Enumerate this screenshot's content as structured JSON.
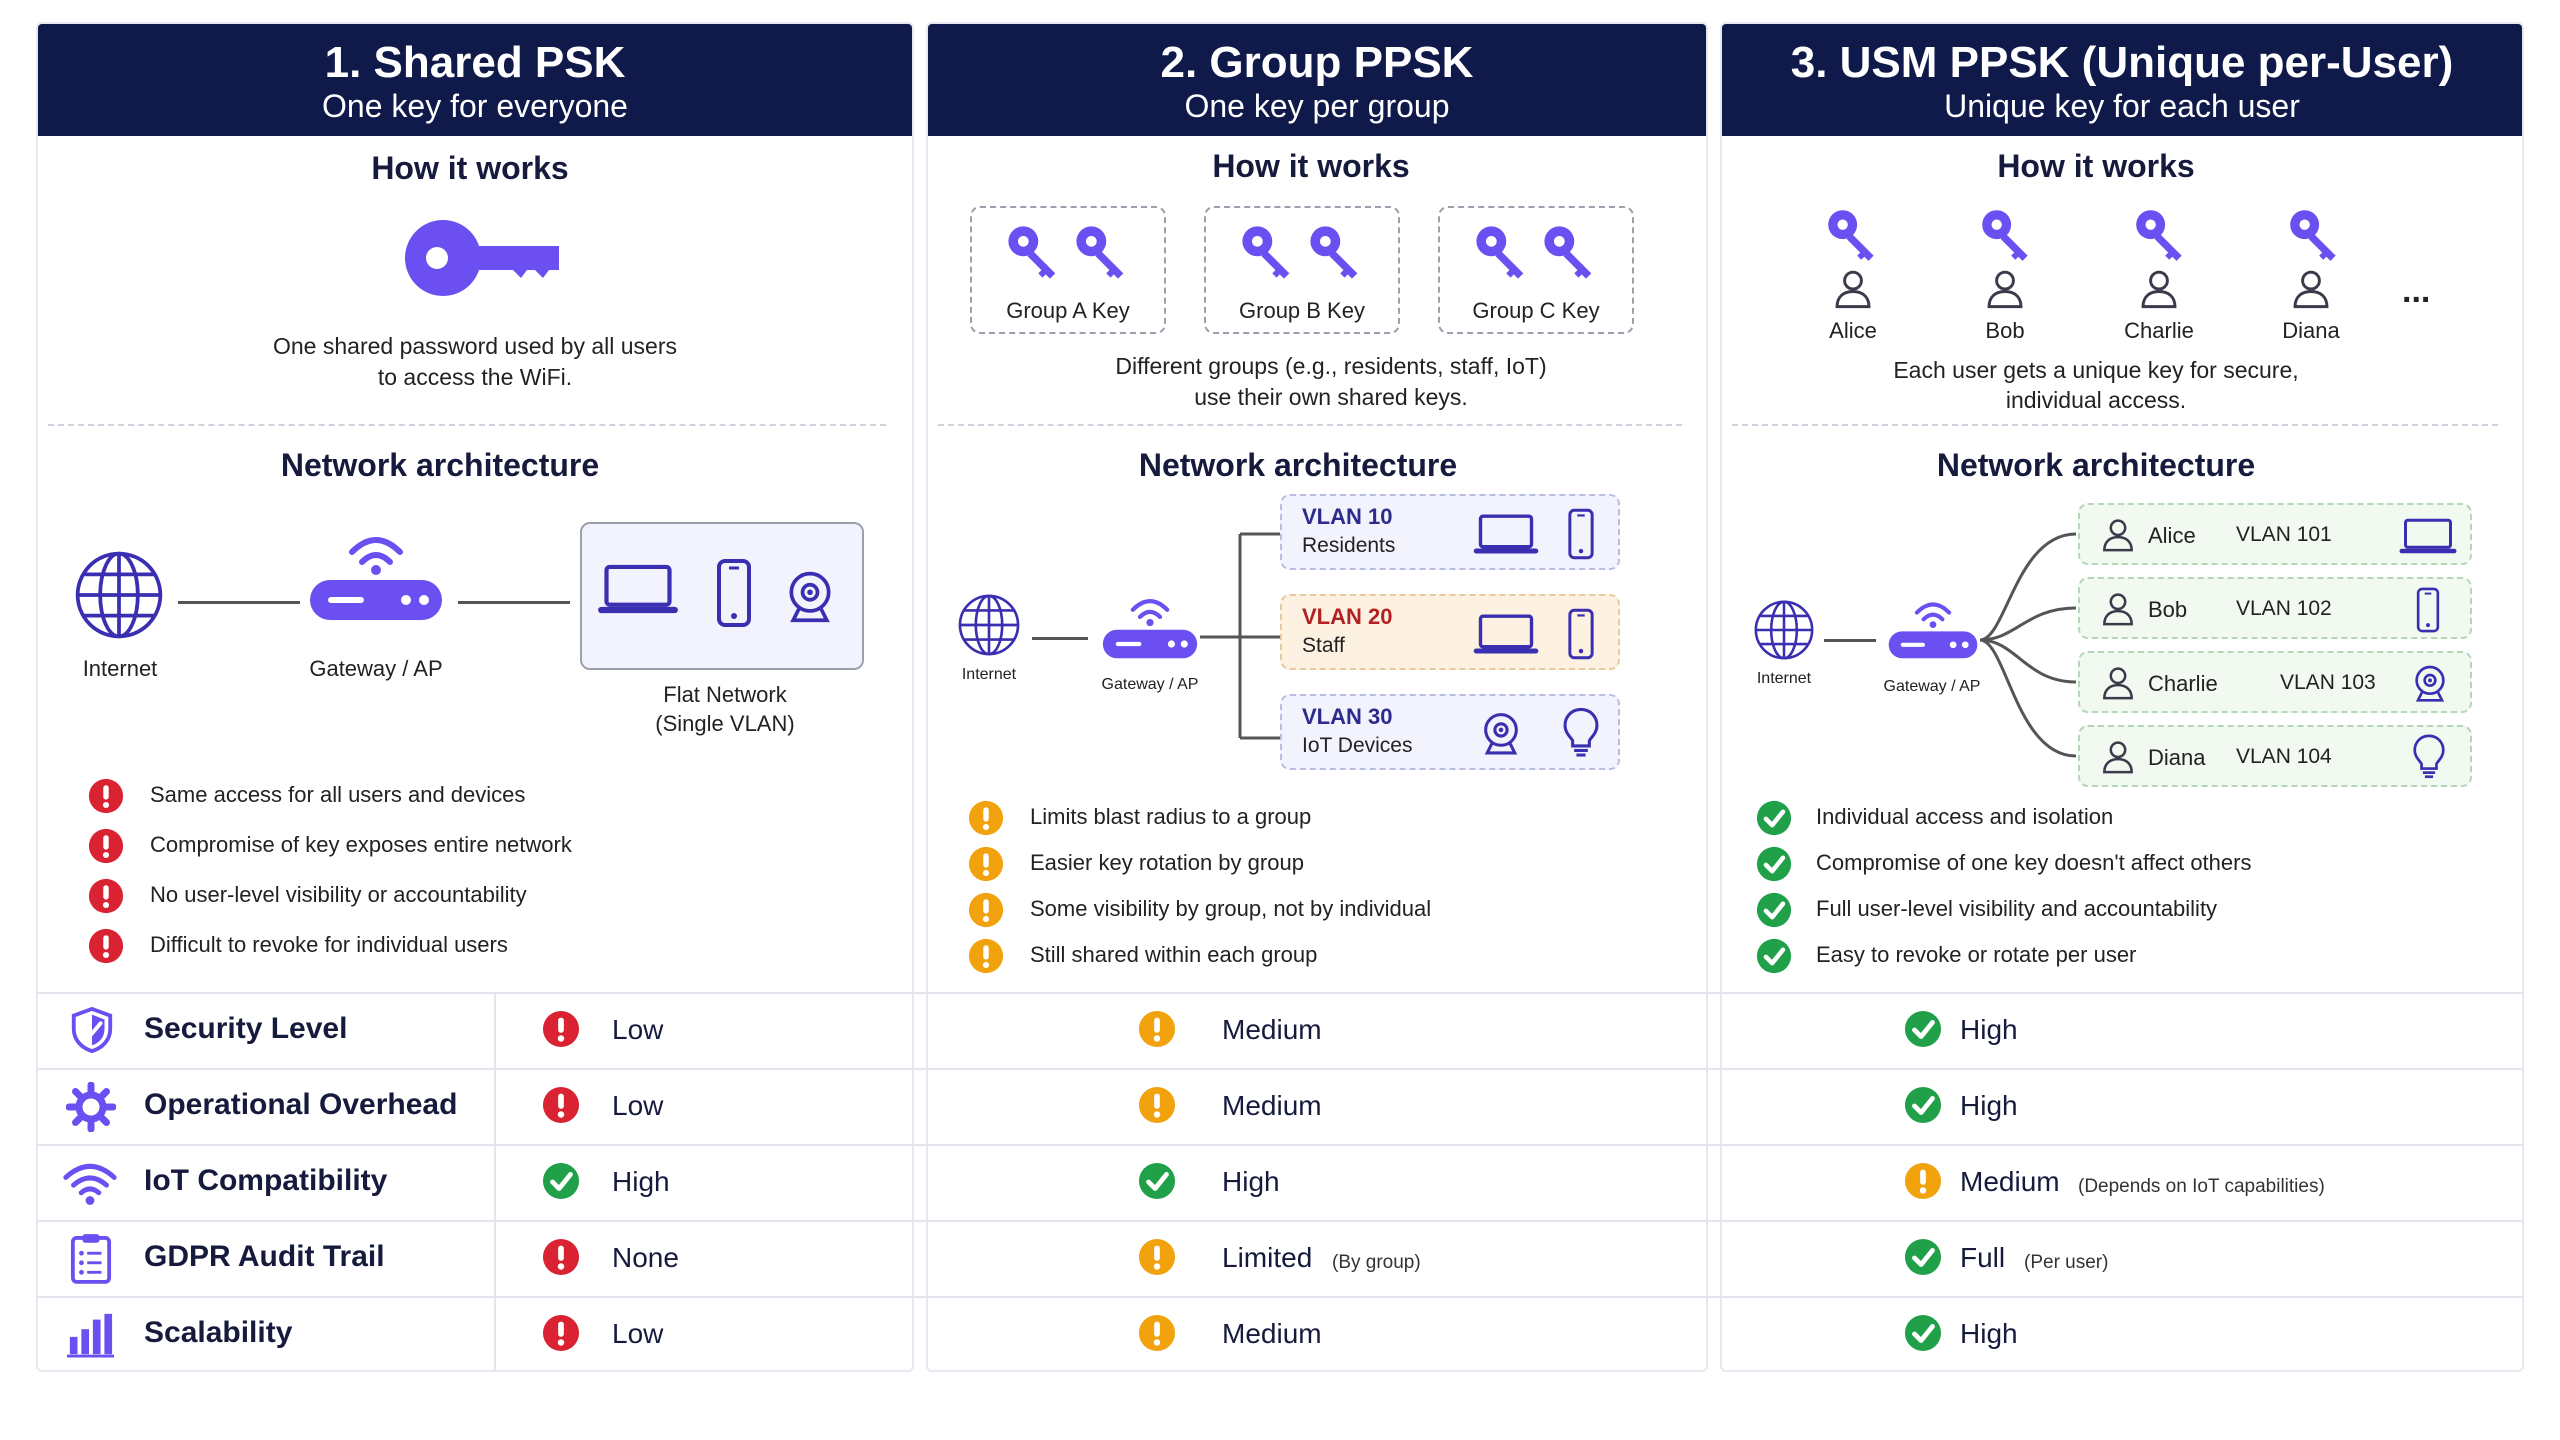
{
  "panels": [
    {
      "title": "1. Shared PSK",
      "subtitle": "One key for everyone"
    },
    {
      "title": "2. Group PPSK",
      "subtitle": "One key per group"
    },
    {
      "title": "3. USM PPSK (Unique per-User)",
      "subtitle": "Unique key for each user"
    }
  ],
  "section_how": "How it works",
  "section_arch": "Network architecture",
  "p1": {
    "how_line1": "One shared password used by all users",
    "how_line2": "to access the WiFi.",
    "internet": "Internet",
    "gateway": "Gateway / AP",
    "flat_line1": "Flat Network",
    "flat_line2": "(Single VLAN)",
    "bullets": [
      "Same access for all users and devices",
      "Compromise of key exposes entire network",
      "No user-level visibility or accountability",
      "Difficult to revoke for individual users"
    ]
  },
  "p2": {
    "keys": [
      "Group A Key",
      "Group B Key",
      "Group C Key"
    ],
    "how_line1": "Different groups (e.g., residents, staff, IoT)",
    "how_line2": "use their own shared keys.",
    "internet": "Internet",
    "gateway": "Gateway / AP",
    "vlans": [
      {
        "name": "VLAN 10",
        "desc": "Residents"
      },
      {
        "name": "VLAN 20",
        "desc": "Staff"
      },
      {
        "name": "VLAN 30",
        "desc": "IoT Devices"
      }
    ],
    "bullets": [
      "Limits blast radius to a group",
      "Easier key rotation by group",
      "Some visibility by group, not by individual",
      "Still shared within each group"
    ]
  },
  "p3": {
    "users": [
      "Alice",
      "Bob",
      "Charlie",
      "Diana"
    ],
    "ellipsis": "...",
    "how_line1": "Each user gets a unique key for secure,",
    "how_line2": "individual access.",
    "internet": "Internet",
    "gateway": "Gateway / AP",
    "user_vlans": [
      {
        "name": "Alice",
        "vlan": "VLAN 101"
      },
      {
        "name": "Bob",
        "vlan": "VLAN 102"
      },
      {
        "name": "Charlie",
        "vlan": "VLAN 103"
      },
      {
        "name": "Diana",
        "vlan": "VLAN 104"
      }
    ],
    "bullets": [
      "Individual access and isolation",
      "Compromise of one key doesn't affect others",
      "Full user-level visibility and accountability",
      "Easy to revoke or rotate per user"
    ]
  },
  "comparison": [
    {
      "criterion": "Security Level",
      "icon": "shield-icon",
      "values": [
        {
          "v": "Low",
          "s": "bad"
        },
        {
          "v": "Medium",
          "s": "warn"
        },
        {
          "v": "High",
          "s": "good"
        }
      ]
    },
    {
      "criterion": "Operational Overhead",
      "icon": "gear-icon",
      "values": [
        {
          "v": "Low",
          "s": "bad"
        },
        {
          "v": "Medium",
          "s": "warn"
        },
        {
          "v": "High",
          "s": "good"
        }
      ]
    },
    {
      "criterion": "IoT Compatibility",
      "icon": "wifi-icon",
      "values": [
        {
          "v": "High",
          "s": "good"
        },
        {
          "v": "High",
          "s": "good"
        },
        {
          "v": "Medium",
          "s": "warn",
          "note": "(Depends on IoT capabilities)"
        }
      ]
    },
    {
      "criterion": "GDPR Audit Trail",
      "icon": "clipboard-icon",
      "values": [
        {
          "v": "None",
          "s": "bad"
        },
        {
          "v": "Limited",
          "s": "warn",
          "note": "(By group)"
        },
        {
          "v": "Full",
          "s": "good",
          "note": "(Per user)"
        }
      ]
    },
    {
      "criterion": "Scalability",
      "icon": "bar-chart-icon",
      "values": [
        {
          "v": "Low",
          "s": "bad"
        },
        {
          "v": "Medium",
          "s": "warn"
        },
        {
          "v": "High",
          "s": "good"
        }
      ]
    }
  ],
  "colors": {
    "navy": "#0f1a4a",
    "purple": "#6b4ff0",
    "bad": "#d92332",
    "warn": "#f2a20c",
    "good": "#21a04a",
    "staff_bg": "#fdf1e2",
    "vlan_bg": "#f3f3fd",
    "user_bg": "#f1f9f0"
  }
}
